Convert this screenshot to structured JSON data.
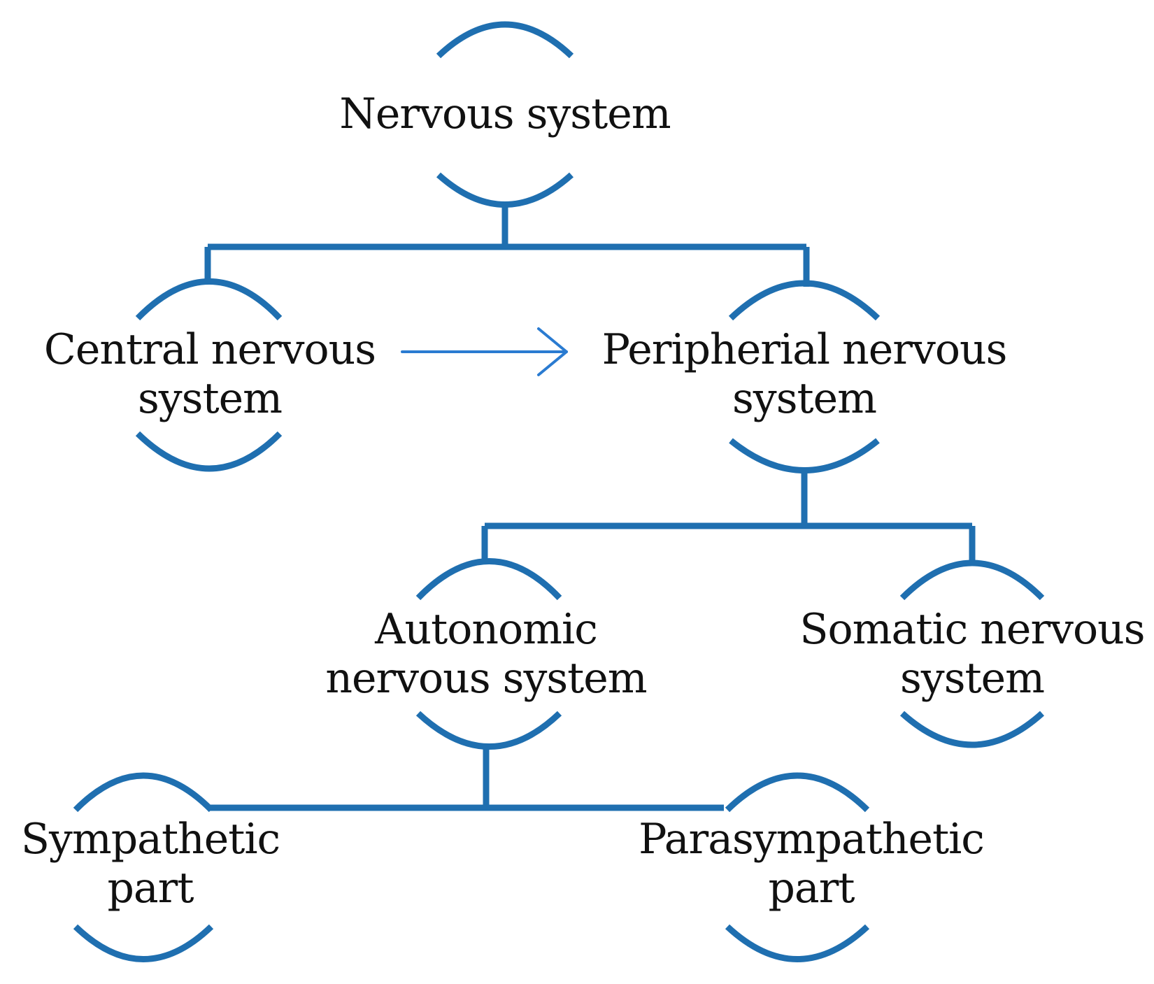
{
  "colors": {
    "stroke": "#1f6fb0",
    "arrow": "#2a7bd1",
    "text": "#111111",
    "background": "#ffffff"
  },
  "nodes": {
    "nervous_system": {
      "line1": "Nervous system"
    },
    "central": {
      "line1": "Central nervous",
      "line2": "system"
    },
    "peripheral": {
      "line1": "Peripherial nervous",
      "line2": "system"
    },
    "autonomic": {
      "line1": "Autonomic",
      "line2": "nervous system"
    },
    "somatic": {
      "line1": "Somatic nervous",
      "line2": "system"
    },
    "sympathetic": {
      "line1": "Sympathetic",
      "line2": "part"
    },
    "parasympathetic": {
      "line1": "Parasympathetic",
      "line2": "part"
    }
  }
}
